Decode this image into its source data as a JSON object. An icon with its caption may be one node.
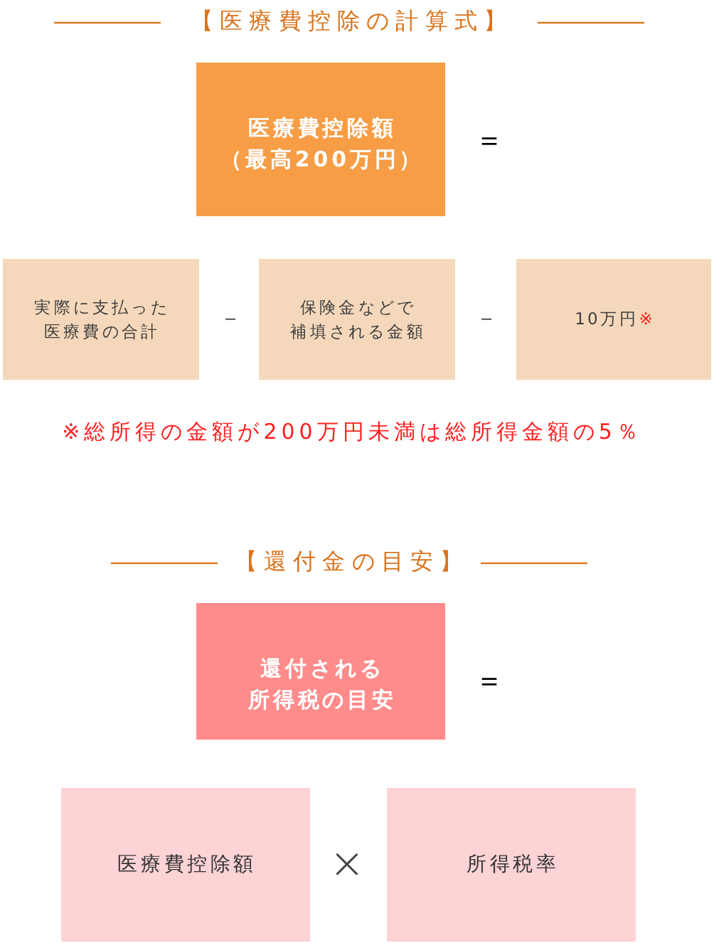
{
  "diagram": {
    "nodes": [
      {
        "text": [
          "医療費控除額",
          "（最高200万円）"
        ]
      },
      {
        "text": [
          "実際に支払った医療費の合計"
        ]
      },
      {
        "text": [
          "保険金などで補填される金額"
        ]
      },
      {
        "text": [
          "10万円※"
        ]
      },
      {
        "text": [
          "還付される所得税の目安"
        ]
      },
      {
        "text": [
          "医療費控除額"
        ]
      },
      {
        "text": [
          "所得税率"
        ]
      }
    ],
    "labels": [
      "【医療費控除の計算式】",
      "＝",
      "－",
      "－",
      "※総所得の金額が200万円未満は総所得金額の5％",
      "【還付金の目安】",
      "＝",
      "×"
    ]
  }
}
